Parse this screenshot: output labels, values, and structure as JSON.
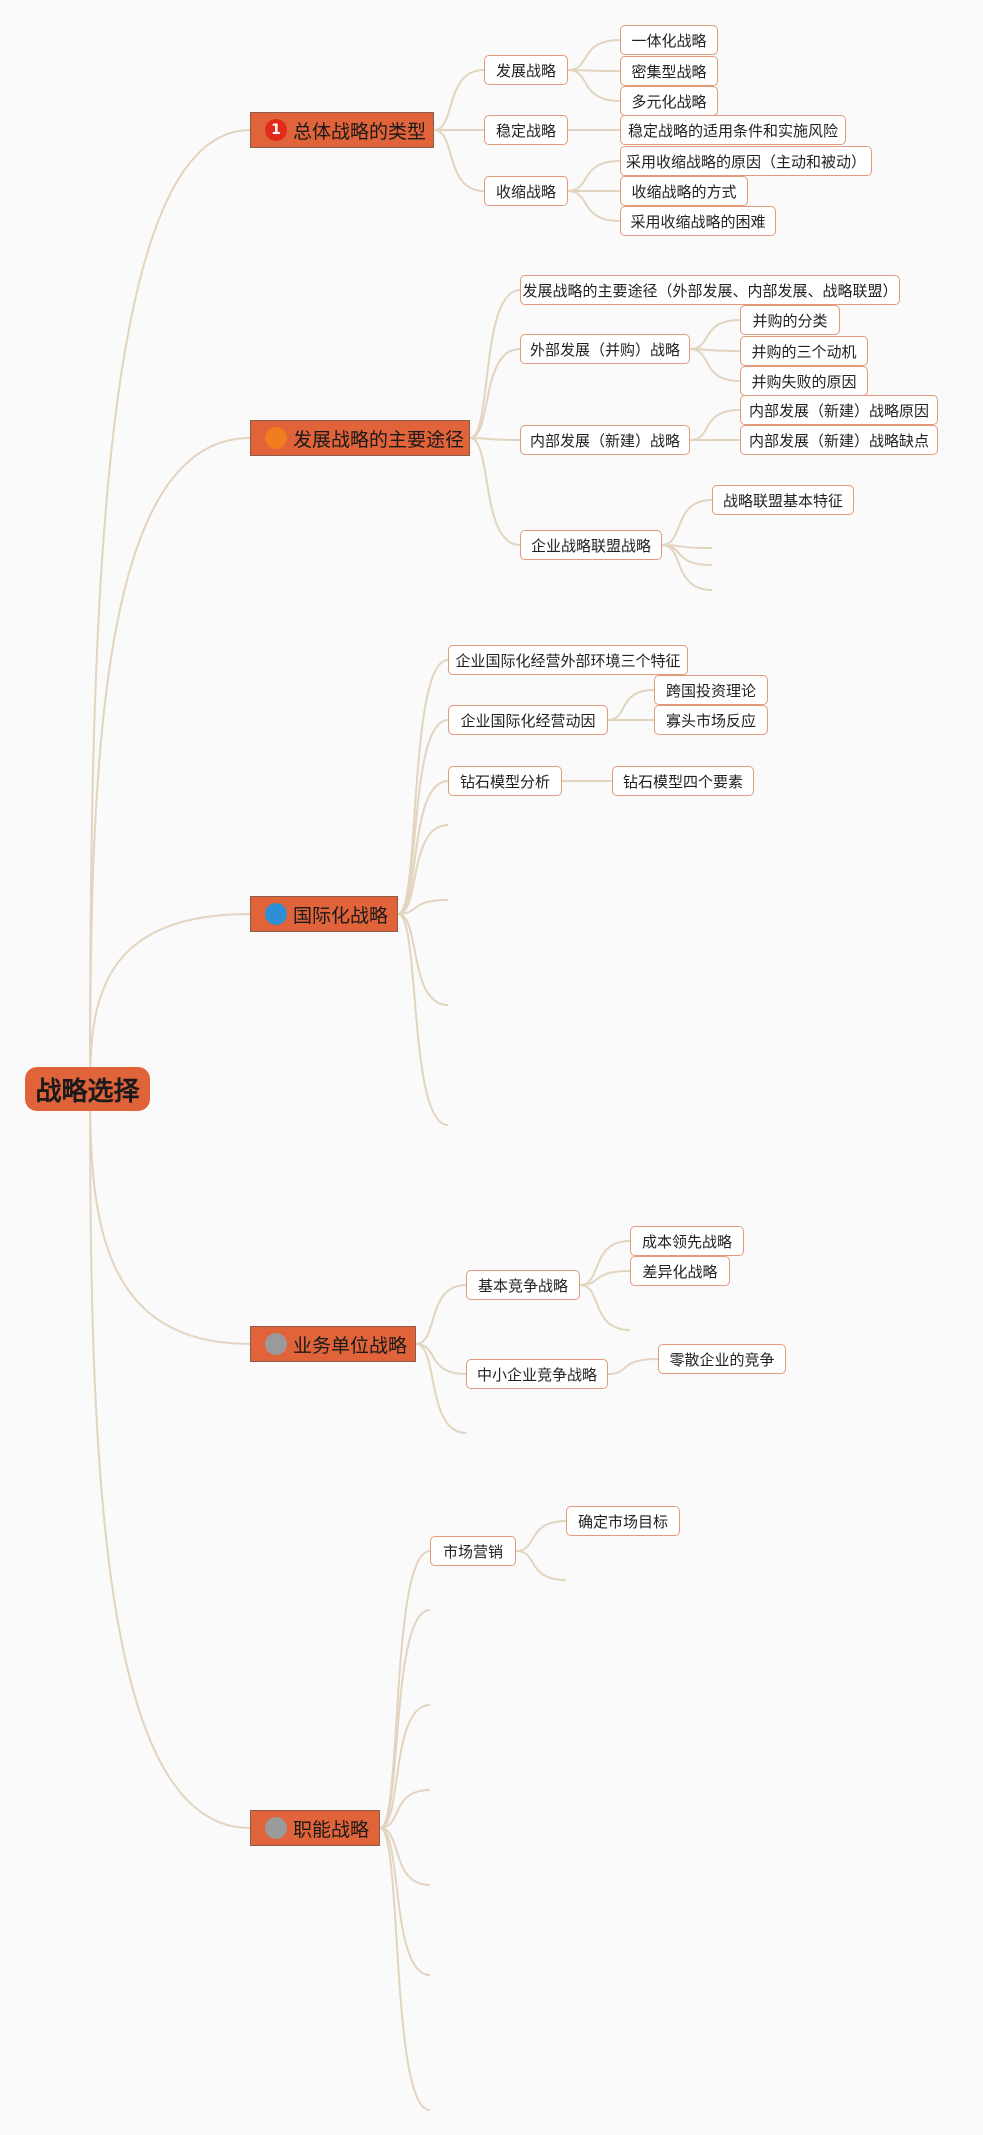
{
  "root": {
    "id": "root",
    "label": "战略选择"
  },
  "colors": {
    "link": "#e3d4bf",
    "accent": "#e0633a",
    "leaf_border": "#e39a7a"
  },
  "sections": [
    {
      "id": "s1",
      "label": "总体战略的类型",
      "badge": "1",
      "badge_color": "#e22b1a"
    },
    {
      "id": "s2",
      "label": "发展战略的主要途径",
      "badge": "",
      "badge_color": "#f07e1e"
    },
    {
      "id": "s3",
      "label": "国际化战略",
      "badge": "",
      "badge_color": "#2d8fd6"
    },
    {
      "id": "s4",
      "label": "业务单位战略",
      "badge": "",
      "badge_color": "#9a9a9a"
    },
    {
      "id": "s5",
      "label": "职能战略",
      "badge": "",
      "badge_color": "#9a9a9a"
    }
  ],
  "topics": [
    {
      "id": "t1_1",
      "parent": "s1",
      "label": "发展战略"
    },
    {
      "id": "t1_1_1",
      "parent": "t1_1",
      "label": "一体化战略"
    },
    {
      "id": "t1_1_2",
      "parent": "t1_1",
      "label": "密集型战略"
    },
    {
      "id": "t1_1_3",
      "parent": "t1_1",
      "label": "多元化战略"
    },
    {
      "id": "t1_2",
      "parent": "s1",
      "label": "稳定战略"
    },
    {
      "id": "t1_2_1",
      "parent": "t1_2",
      "label": "稳定战略的适用条件和实施风险"
    },
    {
      "id": "t1_3",
      "parent": "s1",
      "label": "收缩战略"
    },
    {
      "id": "t1_3_1",
      "parent": "t1_3",
      "label": "采用收缩战略的原因（主动和被动）"
    },
    {
      "id": "t1_3_2",
      "parent": "t1_3",
      "label": "收缩战略的方式"
    },
    {
      "id": "t1_3_3",
      "parent": "t1_3",
      "label": "采用收缩战略的困难"
    },
    {
      "id": "t2_1",
      "parent": "s2",
      "label": "发展战略的主要途径（外部发展、内部发展、战略联盟）"
    },
    {
      "id": "t2_2",
      "parent": "s2",
      "label": "外部发展（并购）战略"
    },
    {
      "id": "t2_2_1",
      "parent": "t2_2",
      "label": "并购的分类"
    },
    {
      "id": "t2_2_2",
      "parent": "t2_2",
      "label": "并购的三个动机"
    },
    {
      "id": "t2_2_3",
      "parent": "t2_2",
      "label": "并购失败的原因"
    },
    {
      "id": "t2_3",
      "parent": "s2",
      "label": "内部发展（新建）战略"
    },
    {
      "id": "t2_3_1",
      "parent": "t2_3",
      "label": "内部发展（新建）战略原因"
    },
    {
      "id": "t2_3_2",
      "parent": "t2_3",
      "label": "内部发展（新建）战略缺点"
    },
    {
      "id": "t2_4",
      "parent": "s2",
      "label": "企业战略联盟战略"
    },
    {
      "id": "t2_4_1",
      "parent": "t2_4",
      "label": "战略联盟基本特征"
    },
    {
      "id": "t3_1",
      "parent": "s3",
      "label": "企业国际化经营外部环境三个特征"
    },
    {
      "id": "t3_2",
      "parent": "s3",
      "label": "企业国际化经营动因"
    },
    {
      "id": "t3_2_1",
      "parent": "t3_2",
      "label": "跨国投资理论"
    },
    {
      "id": "t3_2_2",
      "parent": "t3_2",
      "label": "寡头市场反应"
    },
    {
      "id": "t3_3",
      "parent": "s3",
      "label": "钻石模型分析"
    },
    {
      "id": "t3_3_1",
      "parent": "t3_3",
      "label": "钻石模型四个要素"
    },
    {
      "id": "t4_1",
      "parent": "s4",
      "label": "基本竞争战略"
    },
    {
      "id": "t4_1_1",
      "parent": "t4_1",
      "label": "成本领先战略"
    },
    {
      "id": "t4_1_2",
      "parent": "t4_1",
      "label": "差异化战略"
    },
    {
      "id": "t4_2",
      "parent": "s4",
      "label": "中小企业竞争战略"
    },
    {
      "id": "t4_2_1",
      "parent": "t4_2",
      "label": "零散企业的竞争"
    },
    {
      "id": "t5_1",
      "parent": "s5",
      "label": "市场营销"
    },
    {
      "id": "t5_1_1",
      "parent": "t5_1",
      "label": "确定市场目标"
    }
  ]
}
